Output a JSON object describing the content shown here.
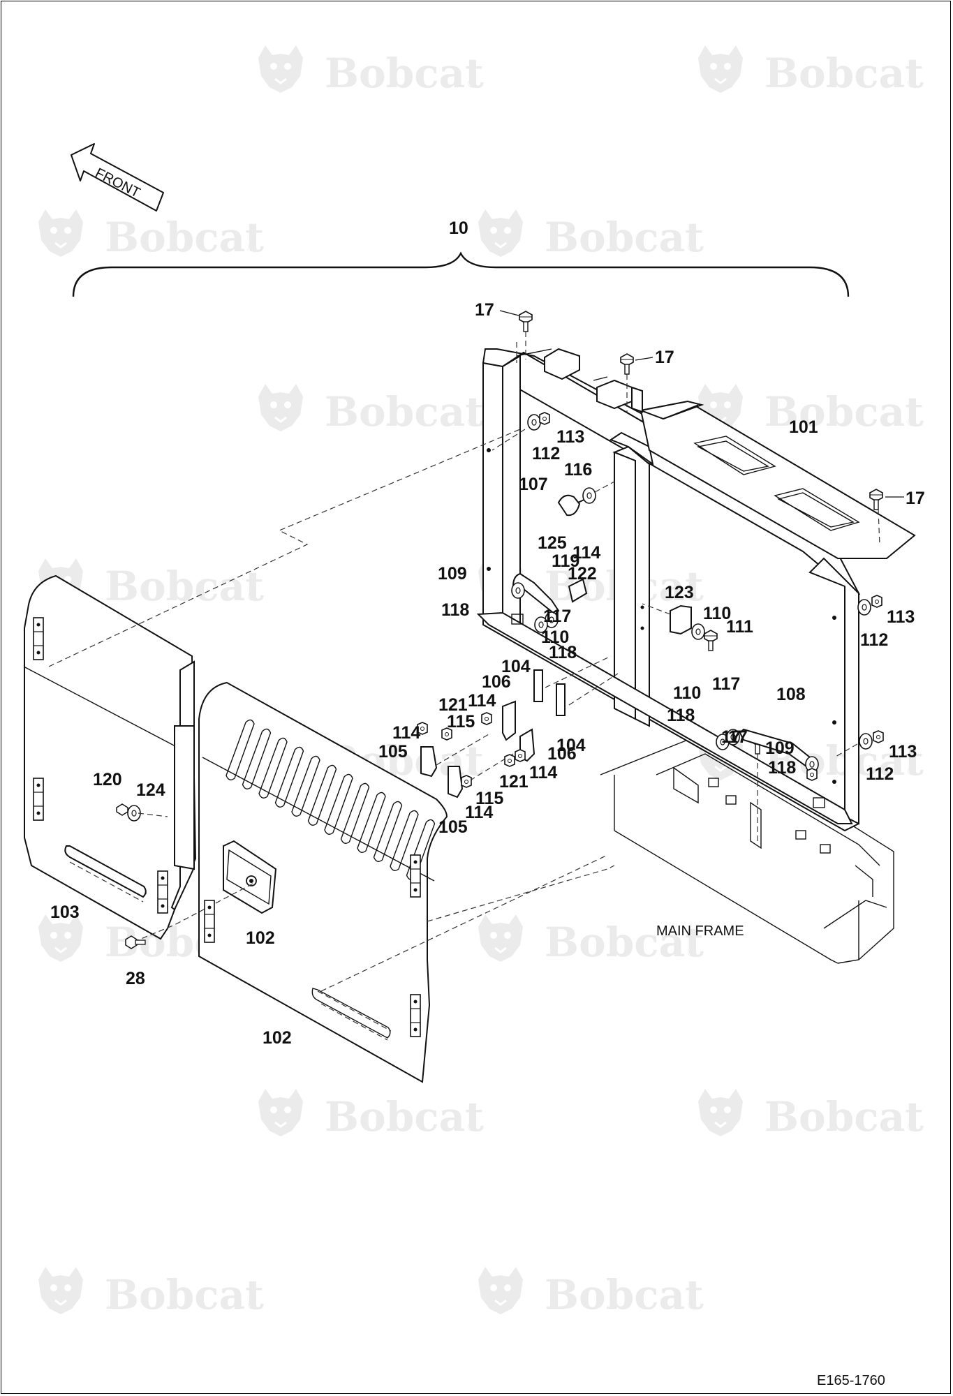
{
  "watermark": {
    "text": "Bobcat",
    "mark": "®",
    "logo_icon": "bobcat-head-icon"
  },
  "front_arrow": {
    "label": "FRONT"
  },
  "assembly_label": "10",
  "main_frame_label": "MAIN FRAME",
  "drawing_number": "E165-1760",
  "callouts": [
    "17",
    "17",
    "17",
    "17",
    "101",
    "113",
    "112",
    "116",
    "107",
    "125",
    "114",
    "119",
    "122",
    "109",
    "118",
    "117",
    "110",
    "118",
    "123",
    "110",
    "111",
    "113",
    "112",
    "104",
    "106",
    "121",
    "114",
    "115",
    "114",
    "105",
    "104",
    "106",
    "114",
    "121",
    "115",
    "114",
    "105",
    "110",
    "117",
    "118",
    "108",
    "17",
    "109",
    "118",
    "113",
    "112",
    "120",
    "124",
    "103",
    "102",
    "28",
    "102"
  ],
  "colors": {
    "line": "#111111",
    "watermark": "#ebebeb",
    "panel_shade": "#eeeeee"
  }
}
